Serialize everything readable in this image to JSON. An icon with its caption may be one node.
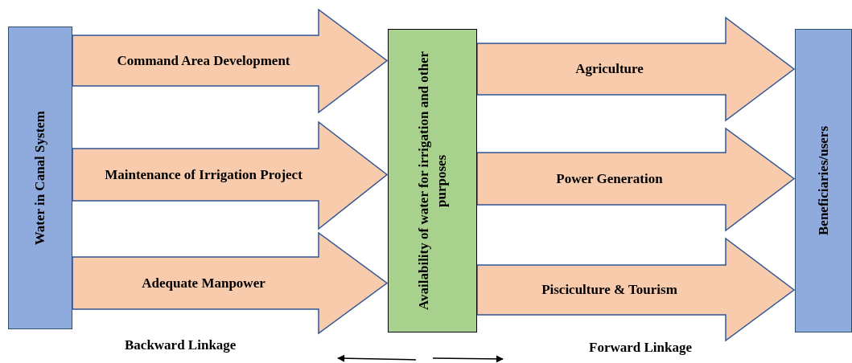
{
  "diagram": {
    "nodes": [
      {
        "text": [
          "Water in Canal System"
        ]
      },
      {
        "text": [
          "Availability of water for irrigation and other purposes"
        ]
      },
      {
        "text": [
          "Beneficiaries/users"
        ]
      }
    ],
    "edges": [
      {
        "from": 0,
        "to": 1,
        "arrow": "to",
        "label": "Command Area Development"
      },
      {
        "from": 0,
        "to": 1,
        "arrow": "to",
        "label": "Maintenance of Irrigation Project"
      },
      {
        "from": 0,
        "to": 1,
        "arrow": "to",
        "label": "Adequate Manpower"
      },
      {
        "from": 1,
        "to": 2,
        "arrow": "to",
        "label": "Agriculture"
      },
      {
        "from": 1,
        "to": 2,
        "arrow": "to",
        "label": "Power Generation"
      },
      {
        "from": 1,
        "to": 2,
        "arrow": "to",
        "label": "Pisciculture & Tourism"
      }
    ],
    "labels": [
      "Backward Linkage",
      "Forward Linkage"
    ]
  }
}
